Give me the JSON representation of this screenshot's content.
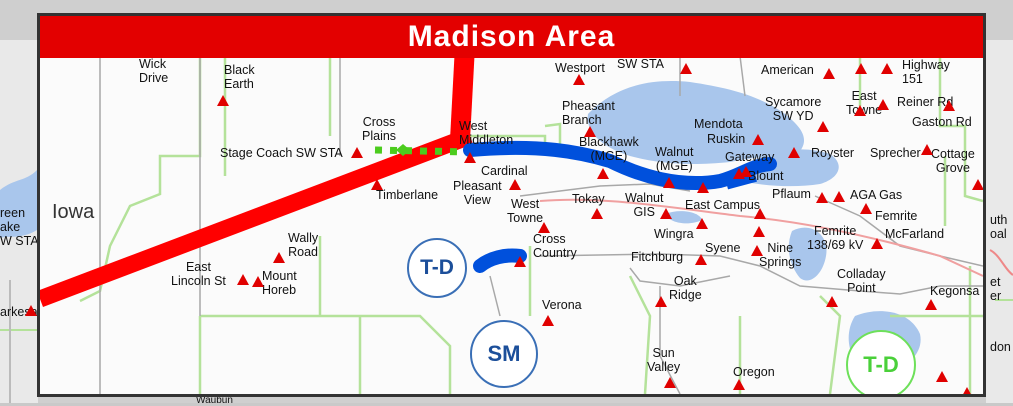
{
  "title": "Madison Area",
  "state_label": "Iowa",
  "badges": [
    {
      "id": "td-blue",
      "text": "T-D"
    },
    {
      "id": "sm",
      "text": "SM"
    },
    {
      "id": "td-green",
      "text": "T-D"
    }
  ],
  "stations": [
    {
      "id": "wick-drive",
      "lines": [
        "Wick",
        "Drive"
      ]
    },
    {
      "id": "black-earth",
      "lines": [
        "Black",
        "Earth"
      ]
    },
    {
      "id": "westport",
      "lines": [
        "Westport"
      ]
    },
    {
      "id": "sw-sta-top",
      "lines": [
        "SW STA"
      ]
    },
    {
      "id": "american",
      "lines": [
        "American"
      ]
    },
    {
      "id": "highway-151",
      "lines": [
        "Highway",
        "151"
      ]
    },
    {
      "id": "pheasant-branch",
      "lines": [
        "Pheasant",
        "Branch"
      ]
    },
    {
      "id": "sycamore-sw-yd",
      "lines": [
        "Sycamore",
        "SW YD"
      ]
    },
    {
      "id": "east-towne",
      "lines": [
        "East",
        "Towne"
      ]
    },
    {
      "id": "reiner-rd",
      "lines": [
        "Reiner Rd"
      ]
    },
    {
      "id": "cross-plains",
      "lines": [
        "Cross",
        "Plains"
      ]
    },
    {
      "id": "west-middleton",
      "lines": [
        "West",
        "Middleton"
      ]
    },
    {
      "id": "mendota",
      "lines": [
        "Mendota"
      ]
    },
    {
      "id": "gaston-rd",
      "lines": [
        "Gaston Rd"
      ]
    },
    {
      "id": "blackhawk",
      "lines": [
        "Blackhawk",
        "(MGE)"
      ]
    },
    {
      "id": "ruskin",
      "lines": [
        "Ruskin"
      ]
    },
    {
      "id": "stage-coach",
      "lines": [
        "Stage Coach SW STA"
      ]
    },
    {
      "id": "walnut-mge",
      "lines": [
        "Walnut",
        "(MGE)"
      ]
    },
    {
      "id": "gateway",
      "lines": [
        "Gateway"
      ]
    },
    {
      "id": "royster",
      "lines": [
        "Royster"
      ]
    },
    {
      "id": "sprecher",
      "lines": [
        "Sprecher"
      ]
    },
    {
      "id": "cottage-grove",
      "lines": [
        "Cottage",
        "Grove"
      ]
    },
    {
      "id": "cardinal",
      "lines": [
        "Cardinal"
      ]
    },
    {
      "id": "blount",
      "lines": [
        "Blount"
      ]
    },
    {
      "id": "pleasant-view",
      "lines": [
        "Pleasant",
        "View"
      ]
    },
    {
      "id": "timberlane",
      "lines": [
        "Timberlane"
      ]
    },
    {
      "id": "pflaum",
      "lines": [
        "Pflaum"
      ]
    },
    {
      "id": "aga-gas",
      "lines": [
        "AGA Gas"
      ]
    },
    {
      "id": "tokay",
      "lines": [
        "Tokay"
      ]
    },
    {
      "id": "walnut-gis",
      "lines": [
        "Walnut",
        "GIS"
      ]
    },
    {
      "id": "east-campus",
      "lines": [
        "East Campus"
      ]
    },
    {
      "id": "west-towne",
      "lines": [
        "West",
        "Towne"
      ]
    },
    {
      "id": "femrite",
      "lines": [
        "Femrite"
      ]
    },
    {
      "id": "wingra",
      "lines": [
        "Wingra"
      ]
    },
    {
      "id": "femrite-138",
      "lines": [
        "Femrite",
        "138/69 kV"
      ]
    },
    {
      "id": "mcfarland",
      "lines": [
        "McFarland"
      ]
    },
    {
      "id": "wally-road",
      "lines": [
        "Wally",
        "Road"
      ]
    },
    {
      "id": "cross-country",
      "lines": [
        "Cross",
        "Country"
      ]
    },
    {
      "id": "syene",
      "lines": [
        "Syene"
      ]
    },
    {
      "id": "nine-springs",
      "lines": [
        "Nine",
        "Springs"
      ]
    },
    {
      "id": "fitchburg",
      "lines": [
        "Fitchburg"
      ]
    },
    {
      "id": "east-lincoln-st",
      "lines": [
        "East",
        "Lincoln St"
      ]
    },
    {
      "id": "mount-horeb",
      "lines": [
        "Mount",
        "Horeb"
      ]
    },
    {
      "id": "colladay-point",
      "lines": [
        "Colladay",
        "Point"
      ]
    },
    {
      "id": "oak-ridge",
      "lines": [
        "Oak",
        "Ridge"
      ]
    },
    {
      "id": "kegonsa",
      "lines": [
        "Kegonsa"
      ]
    },
    {
      "id": "verona",
      "lines": [
        "Verona"
      ]
    },
    {
      "id": "sun-valley",
      "lines": [
        "Sun",
        "Valley"
      ]
    },
    {
      "id": "oregon",
      "lines": [
        "Oregon"
      ]
    }
  ],
  "outside_labels": [
    {
      "id": "green-lake-sw-sta",
      "lines": [
        "reen",
        "ake",
        "W STA"
      ]
    },
    {
      "id": "pewaukee-partial",
      "lines": [
        "arkesa"
      ]
    },
    {
      "id": "south-partial",
      "lines": [
        "uth",
        "oal"
      ]
    },
    {
      "id": "et-partial",
      "lines": [
        "et",
        "er"
      ]
    },
    {
      "id": "don-partial",
      "lines": [
        "don"
      ]
    },
    {
      "id": "bottom-partial",
      "lines": [
        "Waubun"
      ]
    }
  ],
  "colors": {
    "header": "#e30000",
    "line_345kv": "#ff0000",
    "line_planned": "#0050dc",
    "line_dashed": "#4ccc1e",
    "county_border": "#b4e29a",
    "road": "#999999",
    "lake": "#a9c6ec",
    "station": "#e00000"
  }
}
